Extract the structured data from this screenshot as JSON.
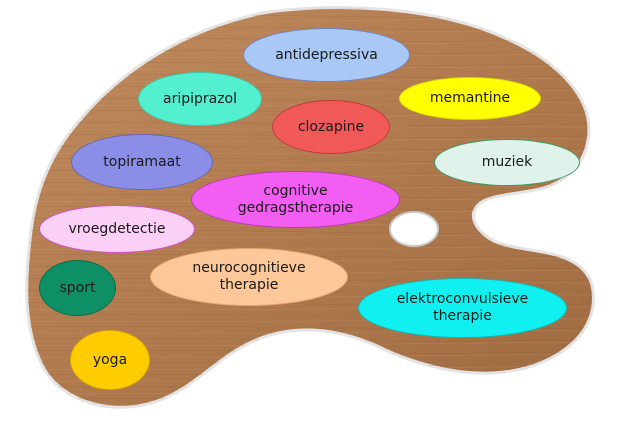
{
  "palette": {
    "wood_color": "#b07a4e",
    "wood_dark": "#8a5a34",
    "wood_light": "#c6956a",
    "outline_color": "#d8d8d8"
  },
  "bubbles": [
    {
      "id": "antidepressiva",
      "lines": [
        "antidepressiva"
      ],
      "fill": "#a9c8f5",
      "border": "#6f86c7"
    },
    {
      "id": "aripiprazol",
      "lines": [
        "aripiprazol"
      ],
      "fill": "#53f0d0",
      "border": "#3ec7ad"
    },
    {
      "id": "memantine",
      "lines": [
        "memantine"
      ],
      "fill": "#ffff00",
      "border": "#d9d900"
    },
    {
      "id": "clozapine",
      "lines": [
        "clozapine"
      ],
      "fill": "#f15858",
      "border": "#c03c3c"
    },
    {
      "id": "topiramaat",
      "lines": [
        "topiramaat"
      ],
      "fill": "#8a8ee6",
      "border": "#6468b8"
    },
    {
      "id": "muziek",
      "lines": [
        "muziek"
      ],
      "fill": "#dff3ea",
      "border": "#3e9a6a"
    },
    {
      "id": "cognitive",
      "lines": [
        "cognitive",
        "gedragstherapie"
      ],
      "fill": "#f25ef2",
      "border": "#c236c2"
    },
    {
      "id": "vroegdetectie",
      "lines": [
        "vroegdetectie"
      ],
      "fill": "#fbd0f7",
      "border": "#d64fd0"
    },
    {
      "id": "sport",
      "lines": [
        "sport"
      ],
      "fill": "#0e8f66",
      "border": "#0a6e4e"
    },
    {
      "id": "neurocognitieve",
      "lines": [
        "neurocognitieve",
        "therapie"
      ],
      "fill": "#fcc89a",
      "border": "#e6a370"
    },
    {
      "id": "elektroconvulsieve",
      "lines": [
        "elektroconvulsieve",
        "therapie"
      ],
      "fill": "#10f0f0",
      "border": "#0cbcbc"
    },
    {
      "id": "yoga",
      "lines": [
        "yoga"
      ],
      "fill": "#ffcc00",
      "border": "#d9a800"
    }
  ]
}
